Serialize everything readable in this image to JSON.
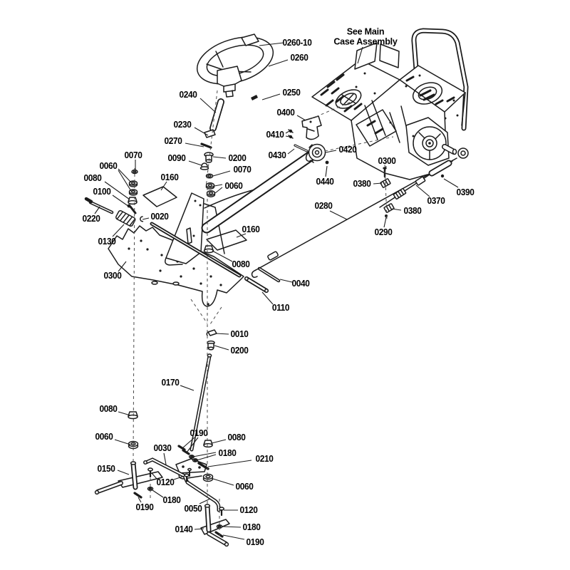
{
  "figure": {
    "type": "exploded-parts-diagram",
    "subject": "steering and shift linkage assembly",
    "background": "#ffffff",
    "line_color": "#1b1b1b",
    "label_color": "#000000"
  },
  "annotation": {
    "text": "See Main\nCase Assembly"
  },
  "callouts": [
    {
      "id": "0260-10",
      "part": "0260-10"
    },
    {
      "id": "0260",
      "part": "0260"
    },
    {
      "id": "0250",
      "part": "0250"
    },
    {
      "id": "0240",
      "part": "0240"
    },
    {
      "id": "0230",
      "part": "0230"
    },
    {
      "id": "0270",
      "part": "0270"
    },
    {
      "id": "0090",
      "part": "0090"
    },
    {
      "id": "0200-upper",
      "part": "0200"
    },
    {
      "id": "0070-right",
      "part": "0070"
    },
    {
      "id": "0060-right",
      "part": "0060"
    },
    {
      "id": "0070-left",
      "part": "0070"
    },
    {
      "id": "0060-left",
      "part": "0060"
    },
    {
      "id": "0080-left",
      "part": "0080"
    },
    {
      "id": "0100",
      "part": "0100"
    },
    {
      "id": "0220",
      "part": "0220"
    },
    {
      "id": "0130",
      "part": "0130"
    },
    {
      "id": "0020",
      "part": "0020"
    },
    {
      "id": "0160-left",
      "part": "0160"
    },
    {
      "id": "0160-right",
      "part": "0160"
    },
    {
      "id": "0400",
      "part": "0400"
    },
    {
      "id": "0410",
      "part": "0410"
    },
    {
      "id": "0430",
      "part": "0430"
    },
    {
      "id": "0420",
      "part": "0420"
    },
    {
      "id": "0440",
      "part": "0440"
    },
    {
      "id": "0300-top",
      "part": "0300"
    },
    {
      "id": "0380-upper",
      "part": "0380"
    },
    {
      "id": "0370",
      "part": "0370"
    },
    {
      "id": "0390",
      "part": "0390"
    },
    {
      "id": "0380-lower",
      "part": "0380"
    },
    {
      "id": "0290",
      "part": "0290"
    },
    {
      "id": "0280",
      "part": "0280"
    },
    {
      "id": "0080-mid",
      "part": "0080"
    },
    {
      "id": "0040",
      "part": "0040"
    },
    {
      "id": "0110",
      "part": "0110"
    },
    {
      "id": "0300-frame",
      "part": "0300"
    },
    {
      "id": "0010",
      "part": "0010"
    },
    {
      "id": "0200-lower",
      "part": "0200"
    },
    {
      "id": "0170",
      "part": "0170"
    },
    {
      "id": "0080-bottom-left",
      "part": "0080"
    },
    {
      "id": "0060-bottom-left",
      "part": "0060"
    },
    {
      "id": "0150",
      "part": "0150"
    },
    {
      "id": "0030",
      "part": "0030"
    },
    {
      "id": "0190-top",
      "part": "0190"
    },
    {
      "id": "0080-bottom-right",
      "part": "0080"
    },
    {
      "id": "0180-right",
      "part": "0180"
    },
    {
      "id": "0210",
      "part": "0210"
    },
    {
      "id": "0060-bottom-right",
      "part": "0060"
    },
    {
      "id": "0120-left",
      "part": "0120"
    },
    {
      "id": "0180-bottom-left",
      "part": "0180"
    },
    {
      "id": "0190-bottom-left",
      "part": "0190"
    },
    {
      "id": "0050",
      "part": "0050"
    },
    {
      "id": "0120-right",
      "part": "0120"
    },
    {
      "id": "0140",
      "part": "0140"
    },
    {
      "id": "0180-bottom-right",
      "part": "0180"
    },
    {
      "id": "0190-bottom-right",
      "part": "0190"
    }
  ]
}
